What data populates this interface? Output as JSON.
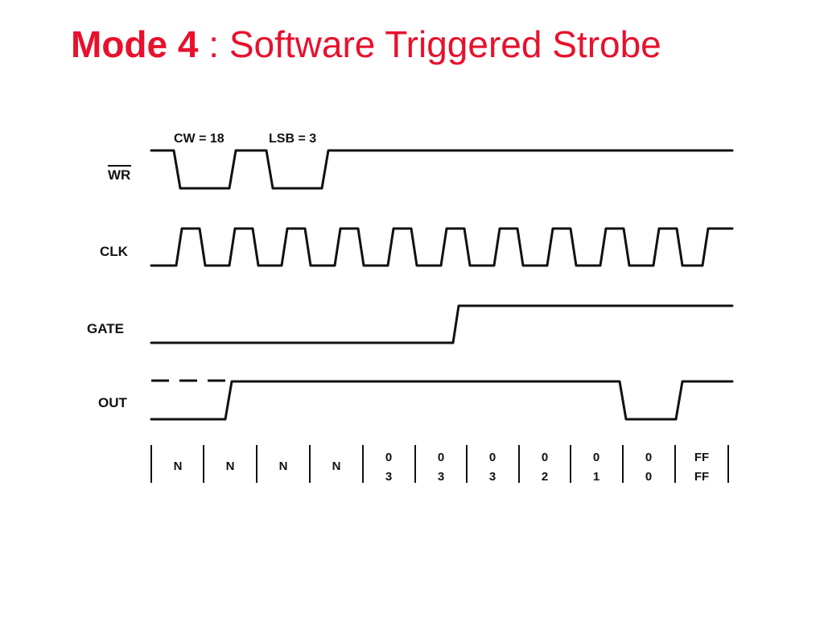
{
  "title": {
    "mode": "Mode 4",
    "separator": " : ",
    "name": "Software Triggered Strobe",
    "color": "#e8112d"
  },
  "signals": {
    "wr": "WR",
    "clk": "CLK",
    "gate": "GATE",
    "out": "OUT"
  },
  "annotations": {
    "cw": "CW = 18",
    "lsb": "LSB = 3"
  },
  "counter_cells": [
    {
      "top": "N",
      "bottom": ""
    },
    {
      "top": "N",
      "bottom": ""
    },
    {
      "top": "N",
      "bottom": ""
    },
    {
      "top": "N",
      "bottom": ""
    },
    {
      "top": "0",
      "bottom": "3"
    },
    {
      "top": "0",
      "bottom": "3"
    },
    {
      "top": "0",
      "bottom": "3"
    },
    {
      "top": "0",
      "bottom": "2"
    },
    {
      "top": "0",
      "bottom": "1"
    },
    {
      "top": "0",
      "bottom": "0"
    },
    {
      "top": "FF",
      "bottom": "FF"
    }
  ]
}
